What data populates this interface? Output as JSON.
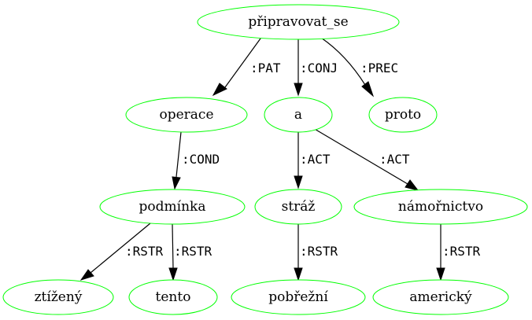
{
  "nodes": {
    "pripravovat_se": "připravovat_se",
    "operace": "operace",
    "a": "a",
    "proto": "proto",
    "podminka": "podmínka",
    "straz": "stráž",
    "namornictvo": "námořnictvo",
    "ztizeny": "ztížený",
    "tento": "tento",
    "pobrezni": "pobřežní",
    "americky": "americký"
  },
  "edges": {
    "pat": ":PAT",
    "conj": ":CONJ",
    "prec": ":PREC",
    "cond": ":COND",
    "act_straz": ":ACT",
    "act_namornictvo": ":ACT",
    "rstr_ztizeny": ":RSTR",
    "rstr_tento": ":RSTR",
    "rstr_pobrezni": ":RSTR",
    "rstr_americky": ":RSTR"
  },
  "colors": {
    "node_outline": "#00ff00",
    "edge": "#000000",
    "background": "#ffffff"
  }
}
